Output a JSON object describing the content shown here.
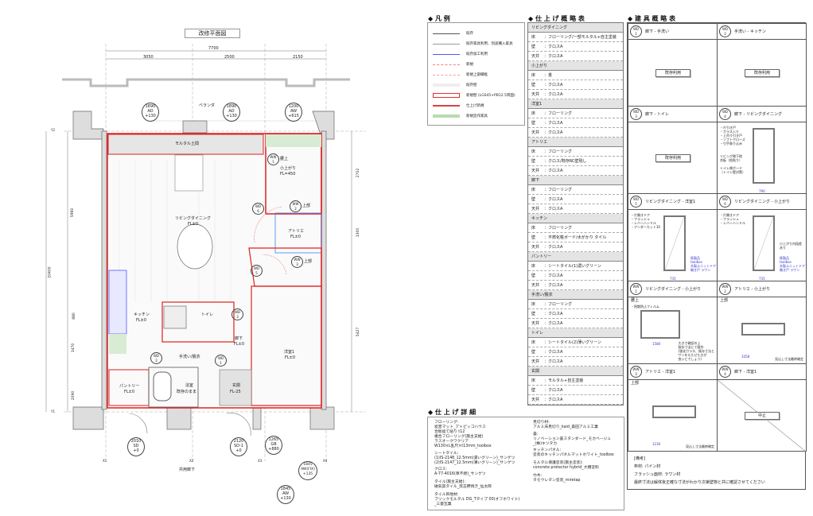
{
  "plan": {
    "title": "改修平面図",
    "dims_top": {
      "total": "7700",
      "spans": [
        "3050",
        "2500",
        "2150"
      ]
    },
    "dims_left": [
      "5960",
      "10400",
      "880",
      "1470",
      "2090"
    ],
    "dims_right": [
      "2702",
      "1300",
      "5427"
    ],
    "grid": [
      "Y2",
      "Y1",
      "X1",
      "X2",
      "X3",
      "X4"
    ],
    "rooms": {
      "veranda": "ベランダ",
      "mortar": "モルタル土間",
      "koagari": "小上がり",
      "koagari_fl": "FL=450",
      "living": "リビングダイニング",
      "living_fl": "FL±0",
      "atelier": "アトリエ",
      "atelier_fl": "FL±0",
      "kitchen": "キッチン",
      "kitchen_fl": "FL±0",
      "toilet": "トイレ",
      "washroom": "手洗い/脱衣",
      "corridor": "廊下",
      "corridor_fl": "FL±0",
      "western1": "洋室1",
      "western1_fl": "FL±0",
      "pantry": "パントリー",
      "pantry_fl": "FL±0",
      "bath": "浴室",
      "bath_note": "既存のまま",
      "entrance": "玄関",
      "entrance_fl": "FL-25",
      "common_corridor": "共用廊下"
    },
    "tags_top": [
      {
        "w": "1890",
        "t": "AD",
        "h": "+130"
      },
      {
        "w": "1890",
        "t": "AD",
        "h": "+130"
      },
      {
        "w": "1200",
        "t": "AW",
        "h": "+615"
      }
    ],
    "tags_bottom": [
      {
        "w": "2010",
        "t": "SD",
        "h": "+0"
      },
      {
        "w": "2120",
        "t": "SD-1",
        "h": "+0"
      },
      {
        "w": "1265",
        "t": "GB",
        "h": "+880"
      },
      {
        "w": "1845",
        "t": "AW(FIX)",
        "h": "+135"
      },
      {
        "w": "1845",
        "t": "AW",
        "h": "+130"
      }
    ],
    "door_tags": [
      {
        "t": "WW",
        "n": "1",
        "label": "腰上"
      },
      {
        "t": "WW",
        "n": "2",
        "label": "上部"
      },
      {
        "t": "WW",
        "n": "3",
        "label": "上部"
      },
      {
        "t": "WD",
        "n": "6"
      },
      {
        "t": "WD",
        "n": "5"
      },
      {
        "t": "WD",
        "n": "3"
      },
      {
        "t": "WD",
        "n": "2"
      },
      {
        "t": "WD",
        "n": "1"
      }
    ]
  },
  "legend": {
    "title": "◆ 凡 例",
    "items": [
      {
        "label": "既存",
        "color": "#555555"
      },
      {
        "label": "既存家具利用、別途購入家具",
        "color": "#999999"
      },
      {
        "label": "既存加工利用",
        "color": "#5555ff"
      },
      {
        "label": "新規",
        "color": "#f08080"
      },
      {
        "label": "新規上部欄框",
        "color": "#f0a0a0"
      },
      {
        "label": "既存壁",
        "color": "#eeeeee"
      },
      {
        "label": "新規壁 (LGS45+PB12.5両面)",
        "color": "#e03030"
      },
      {
        "label": "仕上げ新規",
        "color": "#e04040"
      },
      {
        "label": "新規造作家具",
        "color": "#b8dcb0"
      }
    ]
  },
  "finish": {
    "title": "◆ 仕 上 げ 概 略 表",
    "sections": [
      {
        "name": "リビングダイニング",
        "rows": [
          [
            "床",
            "フローリング/一部モルタル+自主塗装"
          ],
          [
            "壁",
            "クロスA"
          ],
          [
            "天井",
            "クロスA"
          ]
        ]
      },
      {
        "name": "小上がり",
        "rows": [
          [
            "床",
            "畳"
          ],
          [
            "壁",
            "クロスA"
          ],
          [
            "天井",
            "クロスA"
          ]
        ]
      },
      {
        "name": "洋室1",
        "rows": [
          [
            "床",
            "フローリング"
          ],
          [
            "壁",
            "クロスA"
          ],
          [
            "天井",
            "クロスA"
          ]
        ]
      },
      {
        "name": "アトリエ",
        "rows": [
          [
            "床",
            "フローリング"
          ],
          [
            "壁",
            "クロス/既存RC壁現し"
          ],
          [
            "天井",
            "クロスA"
          ]
        ]
      },
      {
        "name": "廊下",
        "rows": [
          [
            "床",
            "フローリング"
          ],
          [
            "壁",
            "クロスA"
          ],
          [
            "天井",
            "クロスA"
          ]
        ]
      },
      {
        "name": "キッチン",
        "rows": [
          [
            "床",
            "フローリング"
          ],
          [
            "壁",
            "不燃化粧ボード/水がかり タイル"
          ],
          [
            "天井",
            "クロスA"
          ]
        ]
      },
      {
        "name": "パントリー",
        "rows": [
          [
            "床",
            "シートタイル(1)濃いグリーン"
          ],
          [
            "壁",
            "クロスA"
          ],
          [
            "天井",
            "クロスA"
          ]
        ]
      },
      {
        "name": "手洗い/脱衣",
        "rows": [
          [
            "床",
            "フローリング"
          ],
          [
            "壁",
            "クロスA"
          ],
          [
            "天井",
            "クロスA"
          ]
        ]
      },
      {
        "name": "トイレ",
        "rows": [
          [
            "床",
            "シートタイル(2)薄いグリーン"
          ],
          [
            "壁",
            "クロスA"
          ],
          [
            "天井",
            "クロスA"
          ]
        ]
      },
      {
        "name": "玄関",
        "rows": [
          [
            "床",
            "モルタル+自主塗装"
          ],
          [
            "壁",
            "クロスA"
          ],
          [
            "天井",
            "クロスA"
          ]
        ]
      }
    ]
  },
  "fittings": {
    "title": "◆ 建 具 概 略 表",
    "panels": [
      {
        "t": "WD",
        "n": "1",
        "name": "廊下 - 手洗い",
        "box": "既存利用"
      },
      {
        "t": "WD",
        "n": "2",
        "name": "手洗い - キッチン",
        "box": "既存利用"
      },
      {
        "t": "WD",
        "n": "3",
        "name": "廊下 - トイレ",
        "box": "既存利用"
      },
      {
        "t": "WD",
        "n": "4",
        "name": "廊下 - リビングダイニング",
        "notes": "・片引き戸\n・ガラス入り\n・上吊り引き戸\n・ソフトクローズ\n・引手彫り込み",
        "note2": "リビング側下地\n合板（捨貼り）\n\nトイレ側ボード\n（トイレ壁対策）",
        "dim": "790"
      },
      {
        "t": "WD",
        "n": "5",
        "name": "リビングダイニング - 洋室1",
        "notes": "・片開きドア\n・フラッシュ\n・レバーハンドル\n・アンダーカット10",
        "spec": "既製品\ntoolbox\n木製ユニットドア\n開き戸 ラワン",
        "dim": "735"
      },
      {
        "t": "WD",
        "n": "6",
        "name": "リビングダイニング - 小上がり",
        "notes": "・片開きドア\n・フラッシュ\n・レバーハンドル",
        "spec": "既製品\ntoolbox\n木製ユニットドア\n開き戸 ラワン",
        "note2": "小上がり内段差\nあり",
        "dim": "735"
      },
      {
        "t": "WW",
        "n": "1",
        "name": "リビングダイニング - 小上がり",
        "sub": "腰上",
        "notes": "・飛散防止フィルム",
        "note2": "大きさ確認の上\n既存寸法にて製作\n(強化ガラス、既存寸法と\nサンをもたせた方が\n良いとでしょう)",
        "dim": "1580"
      },
      {
        "t": "WW",
        "n": "2",
        "name": "アトリエ - 小上がり",
        "sub": "上部",
        "note2": "見込し寸法最終確定",
        "dim": "1058"
      },
      {
        "t": "WW",
        "n": "3",
        "name": "アトリエ - 洋室1",
        "sub": "上部",
        "note2": "見込し寸法最終確定",
        "dim": "1230"
      },
      {
        "t": "WW",
        "n": "4",
        "name": "廊下 - 洋室1",
        "box": "中止"
      }
    ],
    "remarks": {
      "title": "[備考]",
      "lines": [
        "枠材: パイン材",
        "フラッシュ面材: ラワン材",
        "最終寸法は解体後正確な寸法がわかり次第壁物と共に確認させてください"
      ]
    }
  },
  "details": {
    "title": "◆ 仕 上 げ 詳 細",
    "left": [
      "フローリング:\n遮音マット_アトピッコハウス\n合板捨て貼り t12\n複合フローリング(施主支給)\nラスオークワクリア\nW130×L乱尺×t13mm_toolbox",
      "シートタイル:\n(1)IS-2148_12.5mm(濃いグリーン)_サンゲツ\n(2)IS-2147_12.5mm(薄いグリーン)_サンゲツ",
      "クロス:\nA-77-4016(準不燃)_サンゲツ",
      "タイル(施主支給):\n磁気質タイル_窯志野焼き_仙太郎",
      "タイル目地材:\nブリックモルタル DG_Tタイプ 00(オフホワイト)\n_三菱瓦業"
    ],
    "right": [
      "見切り材:\nアルミ床見切り_kaid_森田アルミ工業",
      "畳:\nリノベーション畳スタンダード_モカベージュ\n_(株)キツタカ",
      "キッチンパネル:\n塗装のキッチンパネルマットホワイト_toolbox",
      "モルタル保護塗装(施主塗装):\nconcrete protector hybrid_大橋塗料",
      "巾木:\nタモウレタン塗装_miretap"
    ]
  }
}
